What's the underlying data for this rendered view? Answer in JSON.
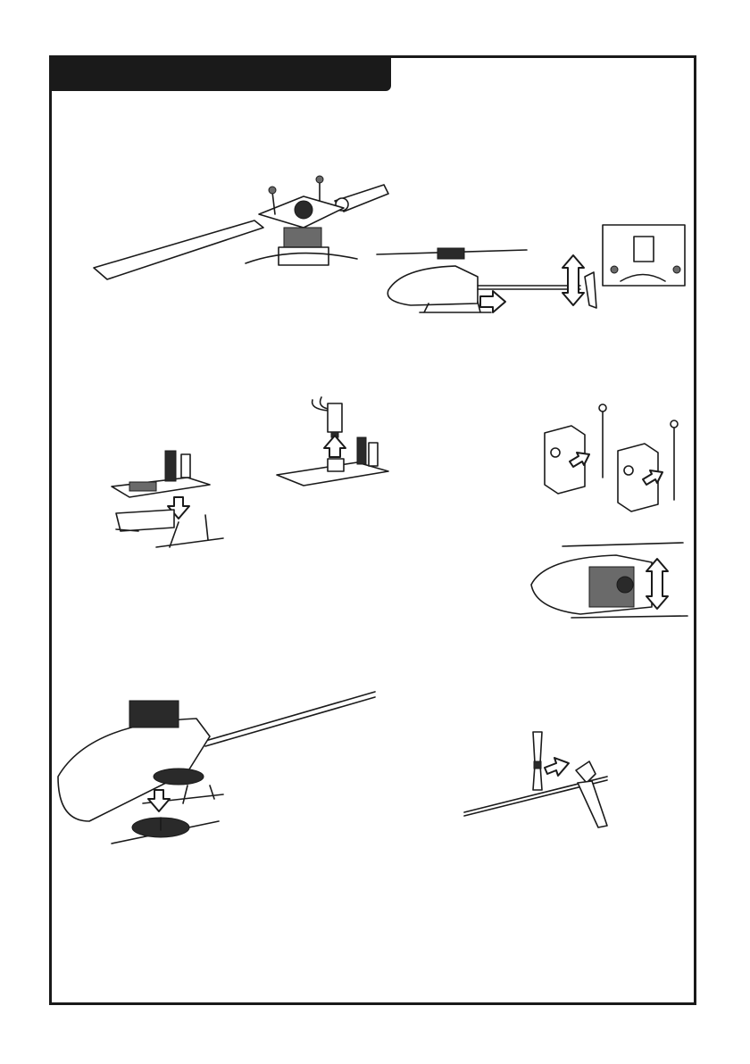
{
  "header": {
    "title": ""
  },
  "figures": [
    {
      "id": "main-rotor-blades",
      "icons": [
        "screw-icon",
        "rotor-head-icon",
        "blade-icon"
      ]
    },
    {
      "id": "tail-boom-alignment",
      "icons": [
        "helicopter-icon",
        "arrow-right-icon",
        "arrow-updown-icon",
        "inset-detail-icon"
      ]
    },
    {
      "id": "landing-gear-frame",
      "icons": [
        "frame-board-icon",
        "skid-icon",
        "arrow-down-icon"
      ]
    },
    {
      "id": "main-motor",
      "icons": [
        "motor-icon",
        "frame-board-icon",
        "arrow-up-icon"
      ]
    },
    {
      "id": "servos",
      "icons": [
        "servo-icon",
        "pushrod-icon",
        "arrow-right-icon"
      ]
    },
    {
      "id": "canopy-swash-servos",
      "icons": [
        "canopy-icon",
        "arrow-updown-icon"
      ]
    },
    {
      "id": "main-gear",
      "icons": [
        "helicopter-icon",
        "gear-icon",
        "arrow-down-icon"
      ]
    },
    {
      "id": "tail-rotor",
      "icons": [
        "tail-blade-icon",
        "tail-fin-icon",
        "arrow-right-icon"
      ]
    }
  ],
  "colors": {
    "line": "#1a1a1a",
    "header_bg": "#1a1a1a",
    "header_text": "#ffffff",
    "paper": "#ffffff"
  }
}
